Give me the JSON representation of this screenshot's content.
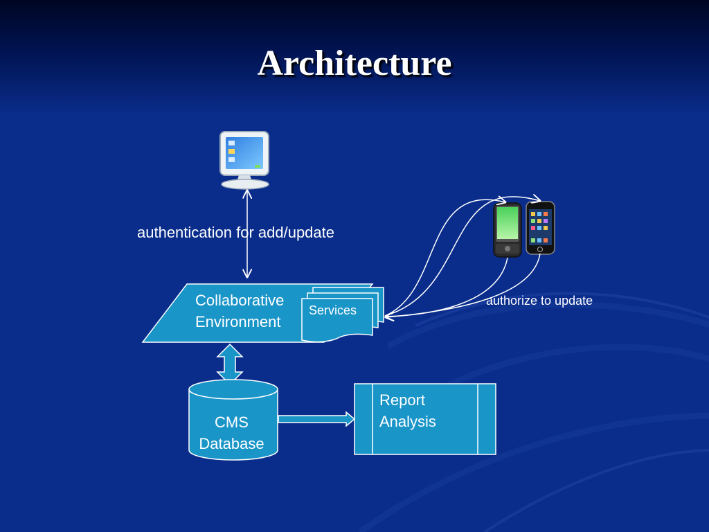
{
  "slide": {
    "title": "Architecture",
    "background_color": "#0a2d8c",
    "accent_color": "#1a95c8"
  },
  "labels": {
    "auth": "authentication for add/update",
    "authorize": "authorize to update",
    "collab_line1": "Collaborative",
    "collab_line2": "Environment",
    "services": "Services",
    "cms_line1": "CMS",
    "cms_line2": "Database",
    "report_line1": "Report",
    "report_line2": "Analysis"
  },
  "icons": {
    "computer": "computer-monitor-icon",
    "phone_android": "android-phone-icon",
    "phone_iphone": "iphone-icon"
  }
}
